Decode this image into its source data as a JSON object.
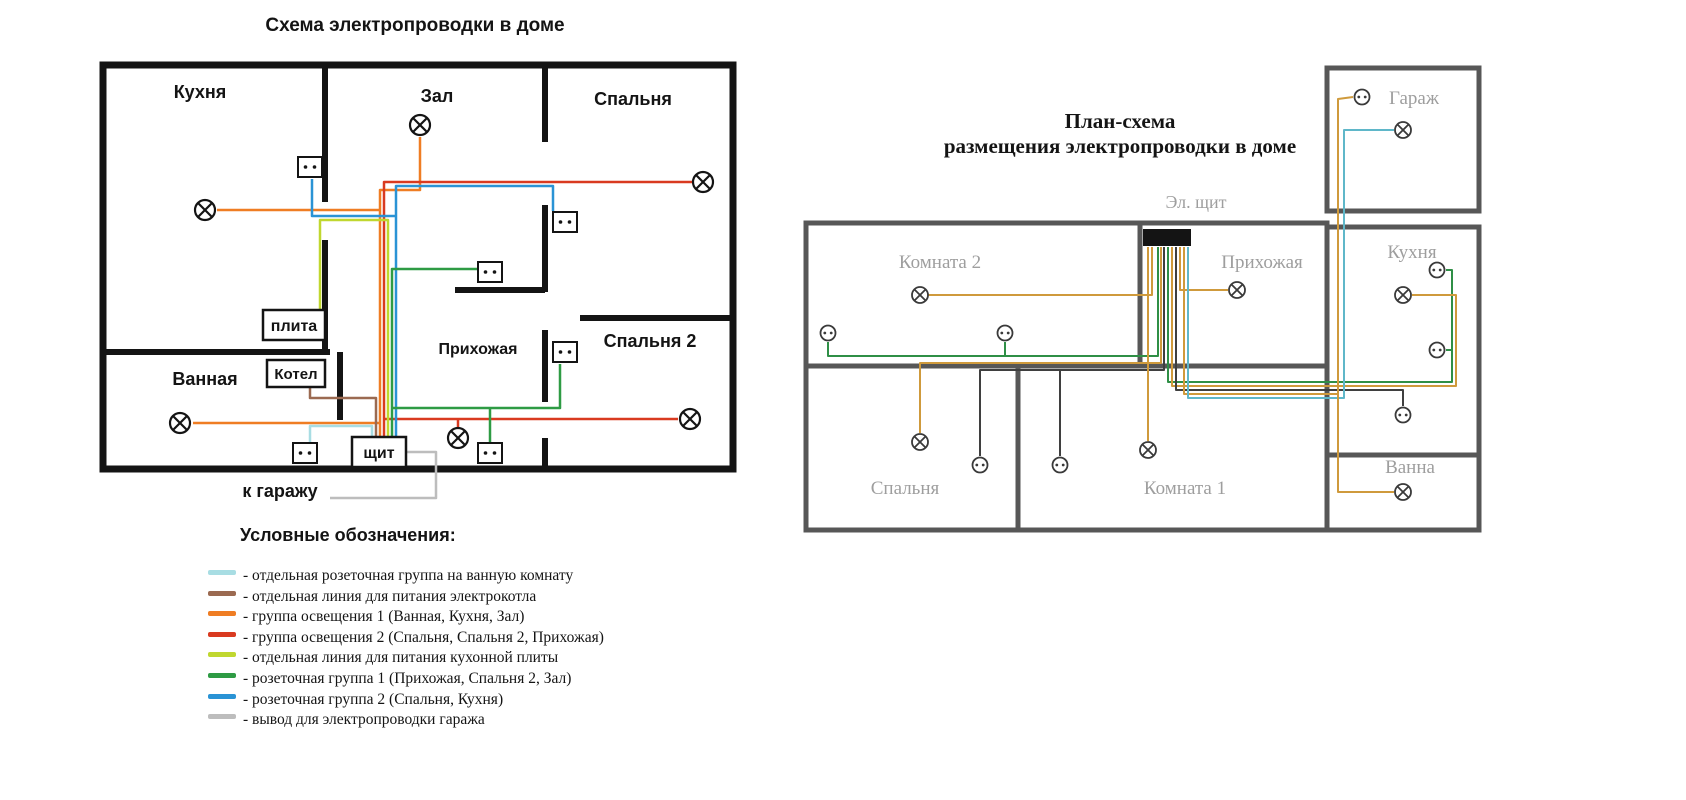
{
  "page": {
    "background": "#ffffff"
  },
  "left_diagram": {
    "title": "Схема электропроводки в доме",
    "rooms": {
      "kitchen": "Кухня",
      "hall": "Зал",
      "bedroom": "Спальня",
      "bathroom": "Ванная",
      "hallway": "Прихожая",
      "bedroom2": "Спальня 2"
    },
    "boxes": {
      "stove": "плита",
      "boiler": "Котел",
      "panel": "щит"
    },
    "garage_note": "к гаражу"
  },
  "legend": {
    "title": "Условные обозначения:",
    "items": [
      {
        "color": "#a8dde3",
        "label": "- отдельная розеточная группа на ванную комнату"
      },
      {
        "color": "#9b6a51",
        "label": "- отдельная линия для питания электрокотла"
      },
      {
        "color": "#ef7d23",
        "label": "- группа освещения 1 (Ванная, Кухня, Зал)"
      },
      {
        "color": "#d93a20",
        "label": "- группа освещения 2 (Спальня, Спальня 2, Прихожая)"
      },
      {
        "color": "#c0d72f",
        "label": "- отдельная линия для питания кухонной плиты"
      },
      {
        "color": "#2e9b44",
        "label": "- розеточная группа 1 (Прихожая, Спальня 2, Зал)"
      },
      {
        "color": "#2a93d5",
        "label": "- розеточная группа 2 (Спальня, Кухня)"
      },
      {
        "color": "#bdbdbd",
        "label": "- вывод для электропроводки гаража"
      }
    ]
  },
  "right_diagram": {
    "title_line1": "План-схема",
    "title_line2": "размещения электропроводки в доме",
    "panel_label": "Эл. щит",
    "rooms": {
      "garage": "Гараж",
      "room2": "Комната 2",
      "hallway": "Прихожая",
      "kitchen": "Кухня",
      "bedroom": "Спальня",
      "room1": "Комната 1",
      "bath": "Ванна"
    }
  },
  "icons": {
    "lamp-icon": "circle with X — ceiling light",
    "socket-icon": "outlet with two pins"
  }
}
